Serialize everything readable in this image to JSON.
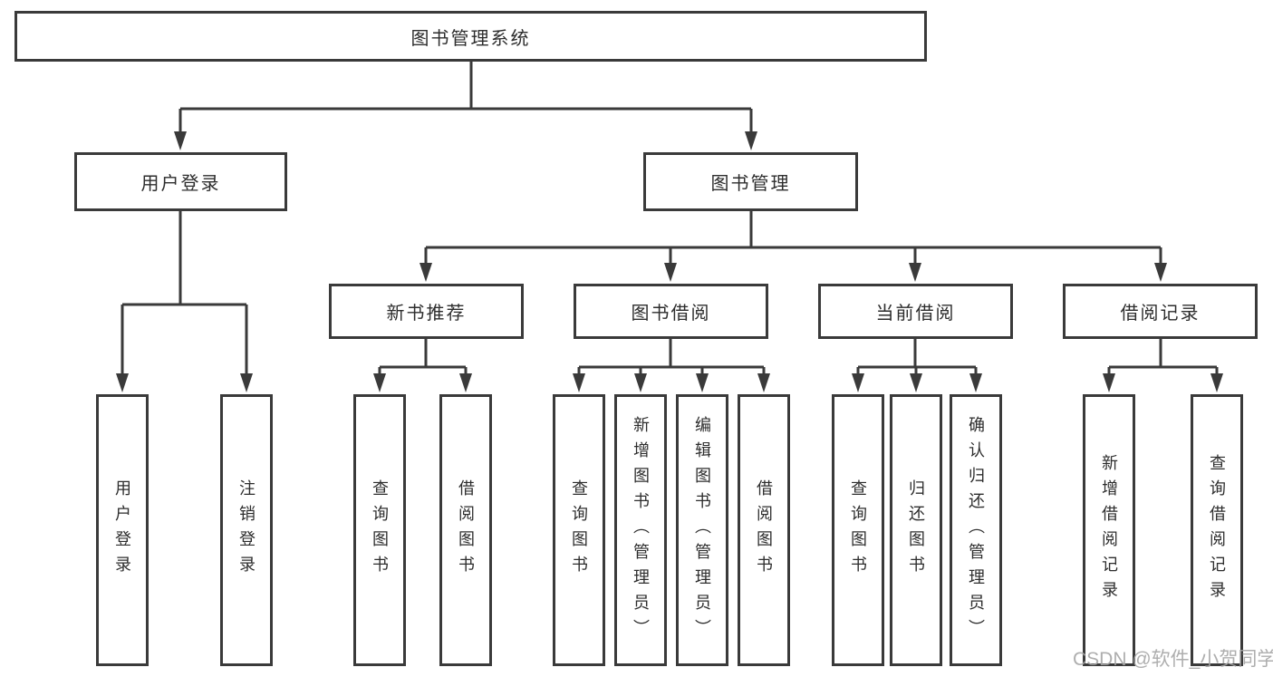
{
  "chart": {
    "type": "hierarchy-diagram",
    "root": {
      "label": "图书管理系统"
    },
    "level2": [
      {
        "label": "用户登录"
      },
      {
        "label": "图书管理"
      }
    ],
    "level3": [
      {
        "label": "新书推荐",
        "parent": "图书管理"
      },
      {
        "label": "图书借阅",
        "parent": "图书管理"
      },
      {
        "label": "当前借阅",
        "parent": "图书管理"
      },
      {
        "label": "借阅记录",
        "parent": "图书管理"
      }
    ],
    "leaves": [
      {
        "label": "用户登录",
        "parent": "用户登录"
      },
      {
        "label": "注销登录",
        "parent": "用户登录"
      },
      {
        "label": "查询图书",
        "parent": "新书推荐"
      },
      {
        "label": "借阅图书",
        "parent": "新书推荐"
      },
      {
        "label": "查询图书",
        "parent": "图书借阅"
      },
      {
        "label": "新增图书（管理员）",
        "parent": "图书借阅"
      },
      {
        "label": "编辑图书（管理员）",
        "parent": "图书借阅"
      },
      {
        "label": "借阅图书",
        "parent": "图书借阅"
      },
      {
        "label": "查询图书",
        "parent": "当前借阅"
      },
      {
        "label": "归还图书",
        "parent": "当前借阅"
      },
      {
        "label": "确认归还（管理员）",
        "parent": "当前借阅"
      },
      {
        "label": "新增借阅记录",
        "parent": "借阅记录"
      },
      {
        "label": "查询借阅记录",
        "parent": "借阅记录"
      }
    ],
    "watermark": "CSDN @软件_小贺同学",
    "colors": {
      "line": "#3a3a3a",
      "text": "#2d2d2d",
      "watermark": "#a6a6a6",
      "background": "#ffffff"
    }
  }
}
